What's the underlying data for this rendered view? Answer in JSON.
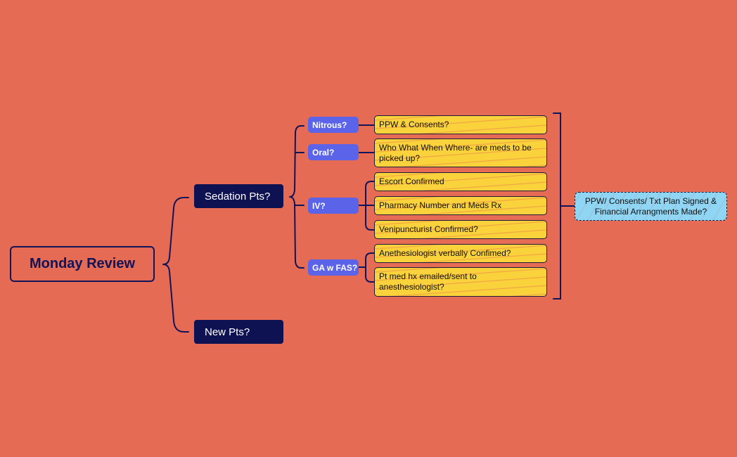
{
  "mindmap": {
    "root": "Monday Review",
    "branches": {
      "sedation": "Sedation Pts?",
      "new": "New Pts?"
    },
    "categories": {
      "nitrous": "Nitrous?",
      "oral": "Oral?",
      "iv": "IV?",
      "ga": "GA w FAS?"
    },
    "tasks": {
      "ppw_consents": "PPW & Consents?",
      "meds_pickup": "Who What When Where- are meds to be picked up?",
      "escort": "Escort Confirmed",
      "pharmacy": "Pharmacy Number and Meds Rx",
      "venipuncturist": "Venipuncturist Confirmed?",
      "anesthesiologist": "Anethesiologist verbally Confimed?",
      "med_hx": "Pt med hx emailed/sent to anesthesiologist?"
    },
    "summary": "PPW/ Consents/ Txt Plan Signed & Financial Arrangments Made?"
  },
  "colors": {
    "background": "#E56B55",
    "navy": "#0E1152",
    "pill": "#5B63E8",
    "task": "#F9D23C",
    "summary": "#8ED6F4"
  }
}
